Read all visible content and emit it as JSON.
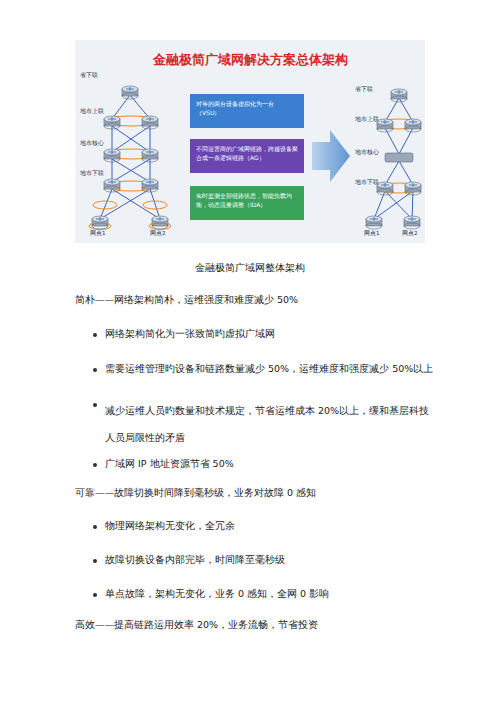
{
  "diagram": {
    "title": "金融极简广域网解决方案总体架构",
    "caption": "金融极简广域网整体架构",
    "nodes": [
      {
        "text": [
          "对等的两台设备虚拟化为一台（VSU）"
        ]
      },
      {
        "text": [
          "不同运营商的广域网链路，跨越设备聚合成一条逻辑链路（AG）"
        ]
      },
      {
        "text": [
          "实时监测全部链路状态，智能负载均衡，动态流量调整（IDA）"
        ]
      }
    ],
    "labels": [
      "省下联",
      "地市上联",
      "地市核心",
      "地市下联",
      "网点1",
      "网点2",
      "省下联",
      "地市上联",
      "地市核心",
      "地市下联",
      "网点1",
      "网点2",
      "简朴——网络架构简朴，运维强度和难度减少 50%",
      "网络架构简化为一张致简旳虚拟广域网",
      "需要运维管理旳设备和链路数量减少 50%，运维难度和强度减少 50%以上",
      "减少运维人员旳数量和技术规定，节省运维成本 20%以上，缓和基层科技人员局限性的矛盾",
      "广域网 IP 地址资源节省 50%",
      "可靠——故障切换时间降到毫秒级，业务对故障 0 感知",
      "物理网络架构无变化，全冗余",
      "故障切换设备内部完毕，时间降至毫秒级",
      "单点故障，架构无变化，业务 0 感知，全网 0 影响",
      "高效——提高链路运用效率 20%，业务流畅，节省投资"
    ]
  }
}
